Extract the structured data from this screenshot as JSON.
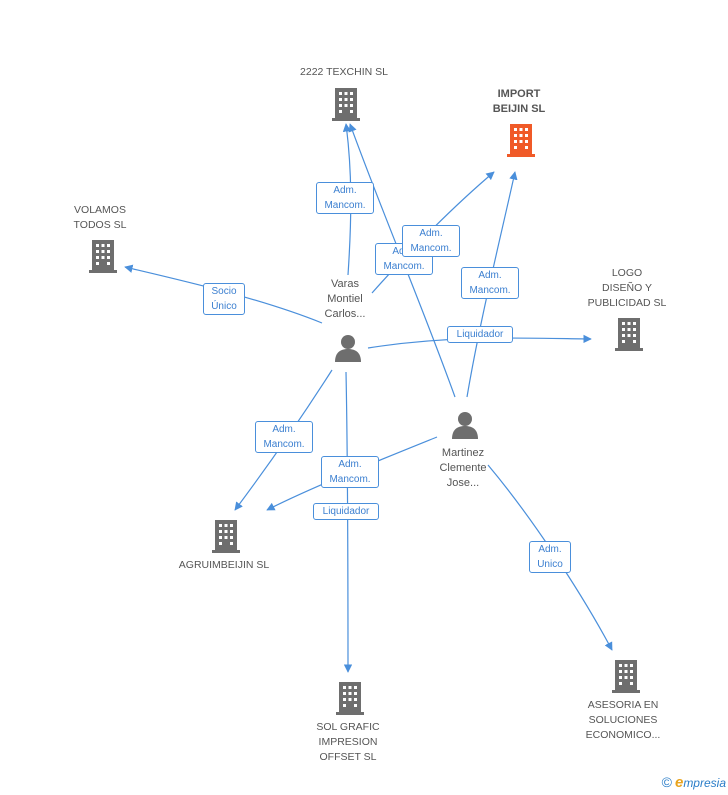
{
  "colors": {
    "edge": "#4a8fdb",
    "company": "#6e6e6e",
    "main_company": "#f05a28",
    "person": "#6e6e6e"
  },
  "nodes": {
    "texchin": {
      "lines": [
        "2222 TEXCHIN SL"
      ],
      "icon": "building-icon"
    },
    "import": {
      "lines": [
        "IMPORT",
        "BEIJIN SL"
      ],
      "icon": "building-icon"
    },
    "volamos": {
      "lines": [
        "VOLAMOS",
        "TODOS SL"
      ],
      "icon": "building-icon"
    },
    "logo": {
      "lines": [
        "LOGO",
        "DISEÑO Y",
        "PUBLICIDAD SL"
      ],
      "icon": "building-icon"
    },
    "agruim": {
      "lines": [
        "AGRUIMBEIJIN SL"
      ],
      "icon": "building-icon"
    },
    "solgrafic": {
      "lines": [
        "SOL GRAFIC",
        "IMPRESION",
        "OFFSET SL"
      ],
      "icon": "building-icon"
    },
    "asesoria": {
      "lines": [
        "ASESORIA EN",
        "SOLUCIONES",
        "ECONOMICO..."
      ],
      "icon": "building-icon"
    },
    "varas": {
      "lines": [
        "Varas",
        "Montiel",
        "Carlos..."
      ],
      "icon": "person-icon"
    },
    "martinez": {
      "lines": [
        "Martinez",
        "Clemente",
        "Jose..."
      ],
      "icon": "person-icon"
    }
  },
  "edge_labels": {
    "varas_texchin": [
      "Adm.",
      "Mancom."
    ],
    "martinez_texchin": [
      "Adm.",
      "Mancom."
    ],
    "varas_import": [
      "Adm.",
      "Mancom."
    ],
    "martinez_import": [
      "Adm.",
      "Mancom."
    ],
    "varas_volamos": [
      "Socio",
      "Único"
    ],
    "varas_logo": [
      "Liquidador"
    ],
    "varas_agruim": [
      "Adm.",
      "Mancom."
    ],
    "martinez_agruim": [
      "Adm.",
      "Mancom."
    ],
    "varas_solgrafic": [
      "Liquidador"
    ],
    "martinez_asesoria": [
      "Adm.",
      "Unico"
    ]
  },
  "footer": {
    "copyright": "©",
    "brand_initial": "e",
    "brand_rest": "mpresia"
  }
}
